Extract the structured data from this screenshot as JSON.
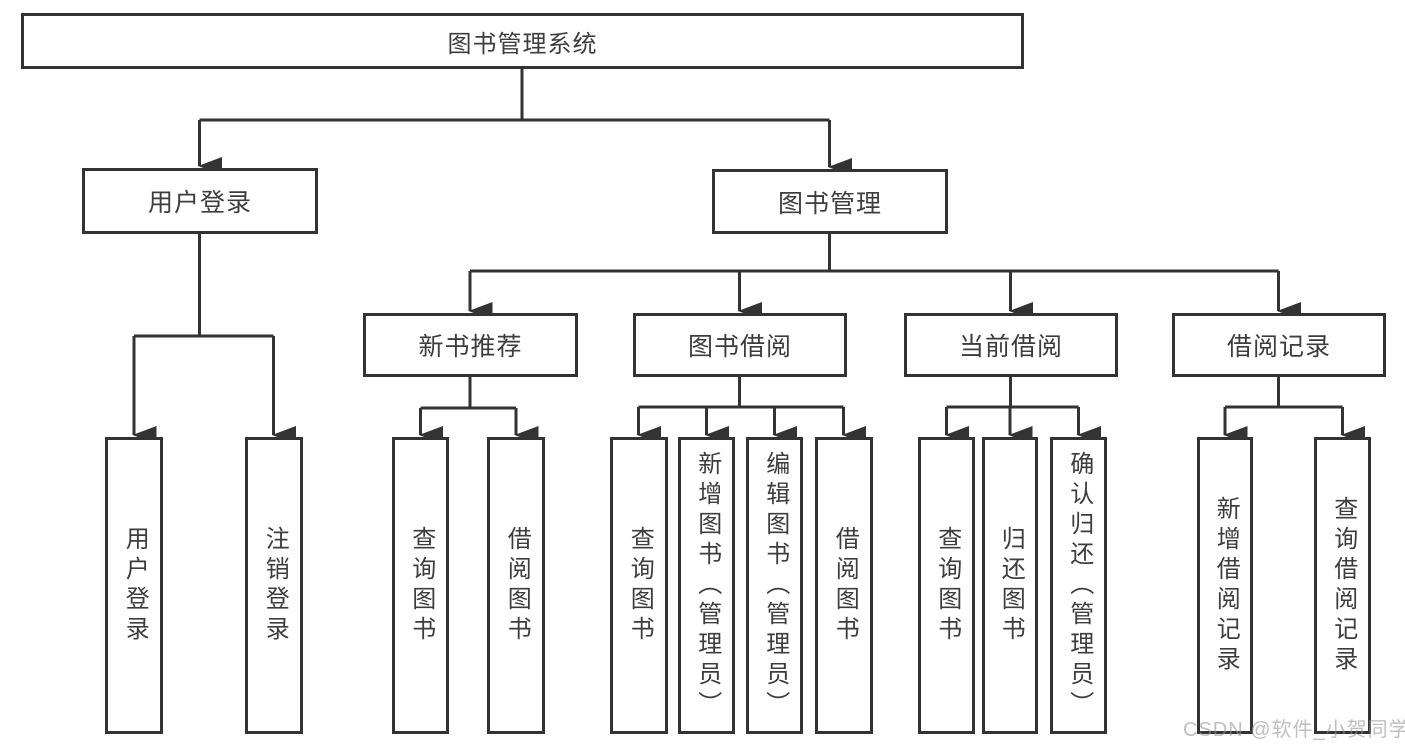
{
  "tree": {
    "label": "图书管理系统",
    "children": [
      {
        "label": "用户登录",
        "children": [
          {
            "label": "用户登录"
          },
          {
            "label": "注销登录"
          }
        ]
      },
      {
        "label": "图书管理",
        "children": [
          {
            "label": "新书推荐",
            "children": [
              {
                "label": "查询图书"
              },
              {
                "label": "借阅图书"
              }
            ]
          },
          {
            "label": "图书借阅",
            "children": [
              {
                "label": "查询图书"
              },
              {
                "label": "新增图书（管理员）"
              },
              {
                "label": "编辑图书（管理员）"
              },
              {
                "label": "借阅图书"
              }
            ]
          },
          {
            "label": "当前借阅",
            "children": [
              {
                "label": "查询图书"
              },
              {
                "label": "归还图书"
              },
              {
                "label": "确认归还（管理员）"
              }
            ]
          },
          {
            "label": "借阅记录",
            "children": [
              {
                "label": "新增借阅记录"
              },
              {
                "label": "查询借阅记录"
              }
            ]
          }
        ]
      }
    ]
  },
  "watermark": {
    "text": "CSDN @软件_小贺同学"
  },
  "colors": {
    "line": "#333333",
    "text": "#3d3d3d",
    "box_background": "#ffffff",
    "watermark": "#949494"
  }
}
